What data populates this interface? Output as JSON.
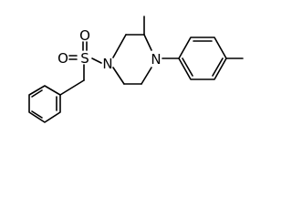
{
  "structure": {
    "atoms": {
      "sulfur": "S",
      "oxygen_upper": "O",
      "oxygen_lower": "O",
      "nitrogen_sulfonyl": "N",
      "nitrogen_aryl": "N"
    },
    "colors": {
      "background": "#ffffff",
      "bond": "#000000",
      "label": "#000000"
    }
  }
}
